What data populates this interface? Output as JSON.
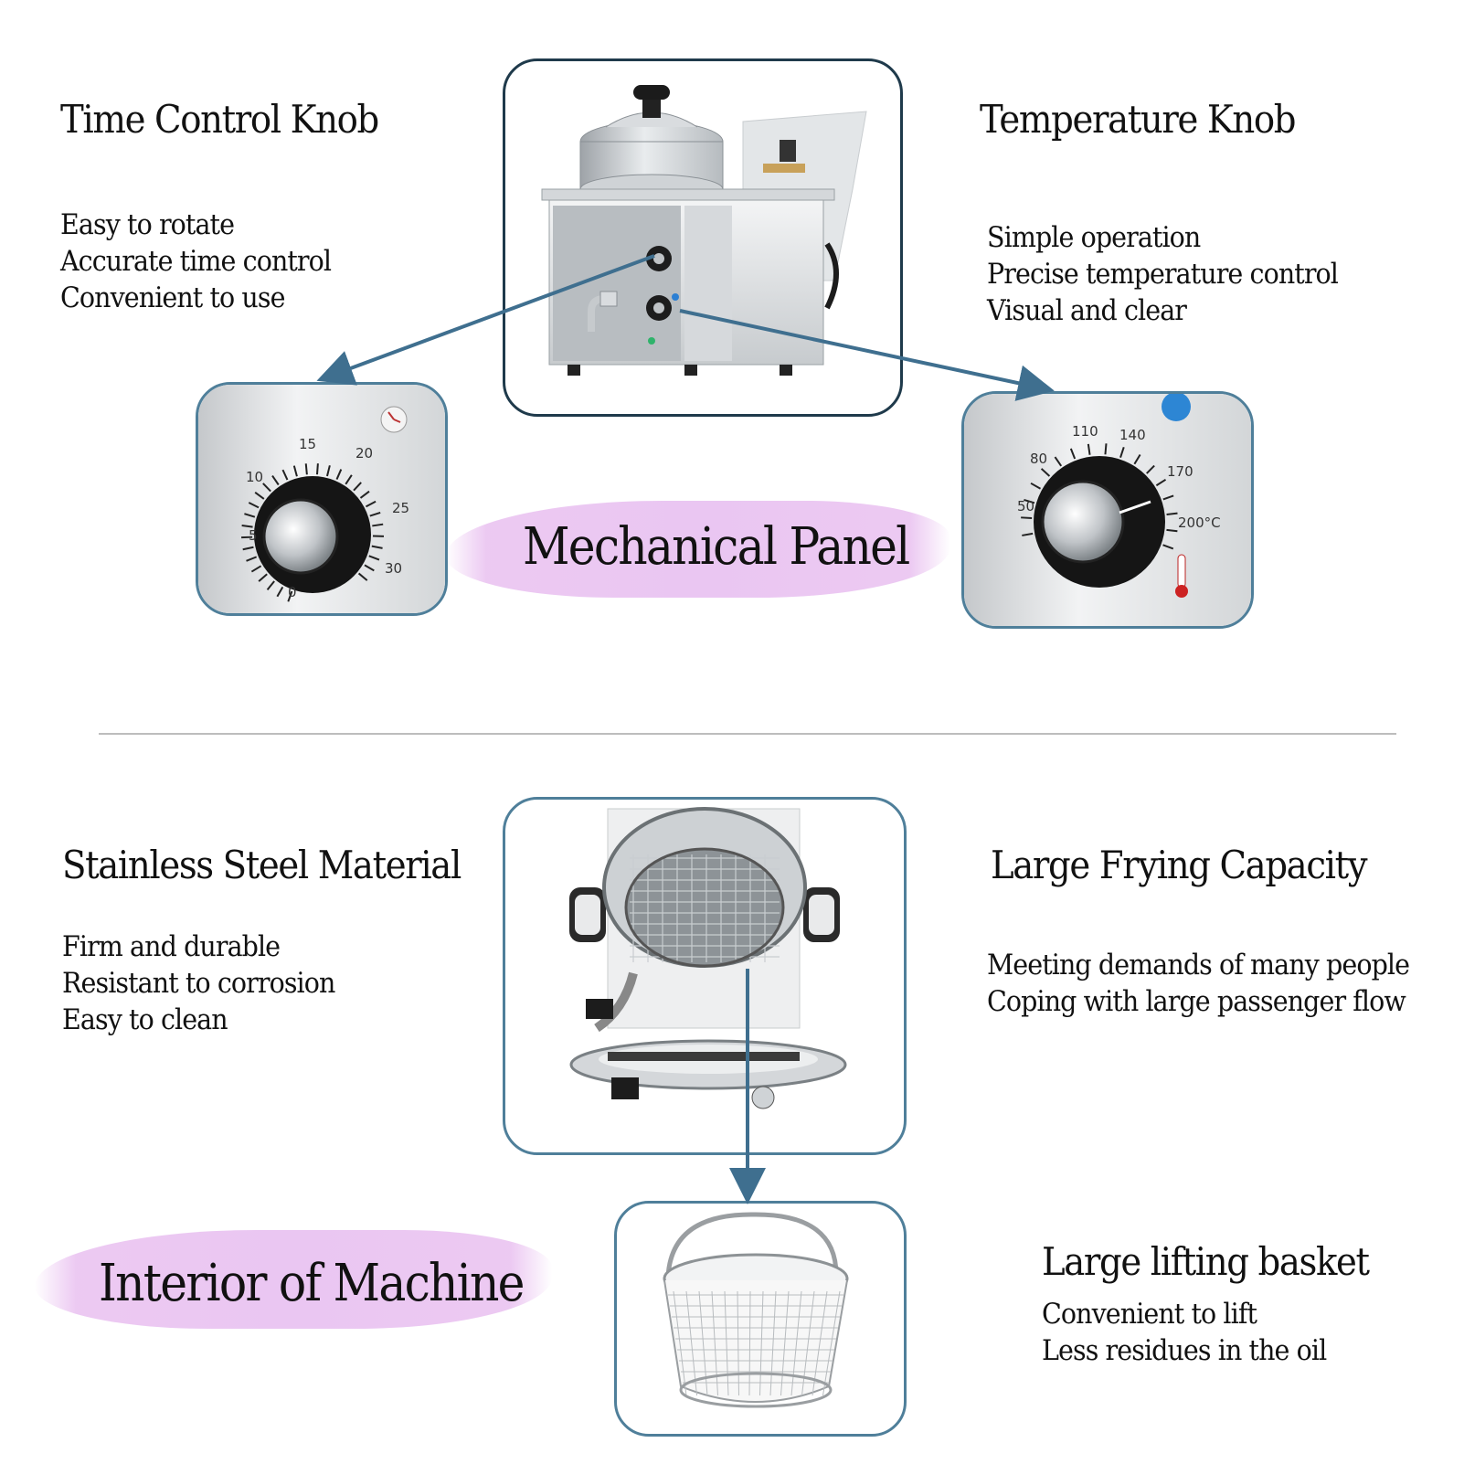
{
  "sections": {
    "mechanical": {
      "time_knob": {
        "title": "Time Control Knob",
        "features": [
          "Easy to rotate",
          "Accurate time control",
          "Convenient to use"
        ],
        "dial_labels": [
          "0",
          "5",
          "10",
          "15",
          "20",
          "25",
          "30"
        ]
      },
      "temp_knob": {
        "title": "Temperature Knob",
        "features": [
          "Simple operation",
          "Precise temperature control",
          "Visual and clear"
        ],
        "dial_labels": [
          "50",
          "80",
          "110",
          "140",
          "170",
          "200°C"
        ]
      },
      "panel_label": "Mechanical Panel"
    },
    "interior": {
      "material": {
        "title": "Stainless Steel Material",
        "features": [
          "Firm and durable",
          "Resistant to corrosion",
          "Easy to clean"
        ]
      },
      "capacity": {
        "title": "Large Frying Capacity",
        "features": [
          "Meeting demands of many people",
          "Coping with large passenger flow"
        ]
      },
      "basket": {
        "title": "Large lifting basket",
        "features": [
          "Convenient to lift",
          "Less residues in the oil"
        ]
      },
      "panel_label": "Interior of Machine"
    }
  },
  "colors": {
    "arrow": "#3f6f8f",
    "frame_border": "#4f7f9a",
    "highlight": "#eac6f2"
  },
  "icons": [
    "fryer-photo",
    "time-dial",
    "temperature-dial",
    "thermometer-icon",
    "clock-icon",
    "fryer-interior-photo",
    "basket-photo"
  ]
}
